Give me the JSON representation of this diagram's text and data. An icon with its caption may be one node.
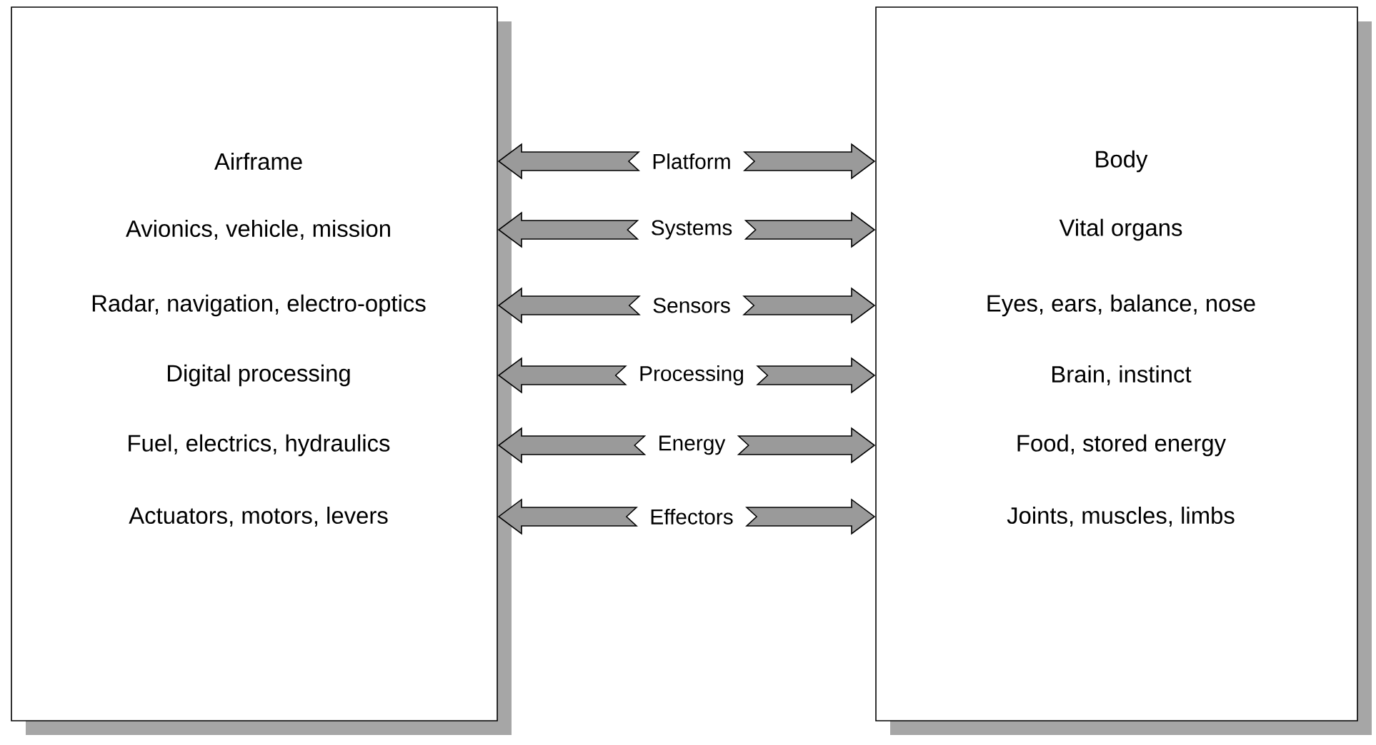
{
  "diagram": {
    "nodes": [
      {
        "text": [],
        "shape": "box"
      },
      {
        "text": [
          "Airframe"
        ],
        "in": 0
      },
      {
        "text": [
          "Avionics, vehicle, mission"
        ],
        "in": 0
      },
      {
        "text": [
          "Radar, navigation, electro-optics"
        ],
        "in": 0
      },
      {
        "text": [
          "Digital processing"
        ],
        "in": 0
      },
      {
        "text": [
          "Fuel, electrics, hydraulics"
        ],
        "in": 0
      },
      {
        "text": [
          "Actuators, motors, levers"
        ],
        "in": 0
      },
      {
        "text": [],
        "shape": "box"
      },
      {
        "text": [
          "Body"
        ],
        "in": 7
      },
      {
        "text": [
          "Vital organs"
        ],
        "in": 7
      },
      {
        "text": [
          "Eyes, ears, balance, nose"
        ],
        "in": 7
      },
      {
        "text": [
          "Brain, instinct"
        ],
        "in": 7
      },
      {
        "text": [
          "Food, stored energy"
        ],
        "in": 7
      },
      {
        "text": [
          "Joints, muscles, limbs"
        ],
        "in": 7
      },
      {
        "text": [
          "Platform"
        ]
      },
      {
        "text": [
          "Systems"
        ]
      },
      {
        "text": [
          "Sensors"
        ]
      },
      {
        "text": [
          "Processing"
        ]
      },
      {
        "text": [
          "Energy"
        ]
      },
      {
        "text": [
          "Effectors"
        ]
      }
    ],
    "edges": [
      {
        "from": 14,
        "to": 0,
        "arrow": "to"
      },
      {
        "from": 14,
        "to": 7,
        "arrow": "to"
      },
      {
        "from": 15,
        "to": 0,
        "arrow": "to"
      },
      {
        "from": 15,
        "to": 7,
        "arrow": "to"
      },
      {
        "from": 16,
        "to": 0,
        "arrow": "to"
      },
      {
        "from": 16,
        "to": 7,
        "arrow": "to"
      },
      {
        "from": 17,
        "to": 0,
        "arrow": "to"
      },
      {
        "from": 17,
        "to": 7,
        "arrow": "to"
      },
      {
        "from": 18,
        "to": 0,
        "arrow": "to"
      },
      {
        "from": 18,
        "to": 7,
        "arrow": "to"
      },
      {
        "from": 19,
        "to": 0,
        "arrow": "to"
      },
      {
        "from": 19,
        "to": 7,
        "arrow": "to"
      }
    ]
  }
}
